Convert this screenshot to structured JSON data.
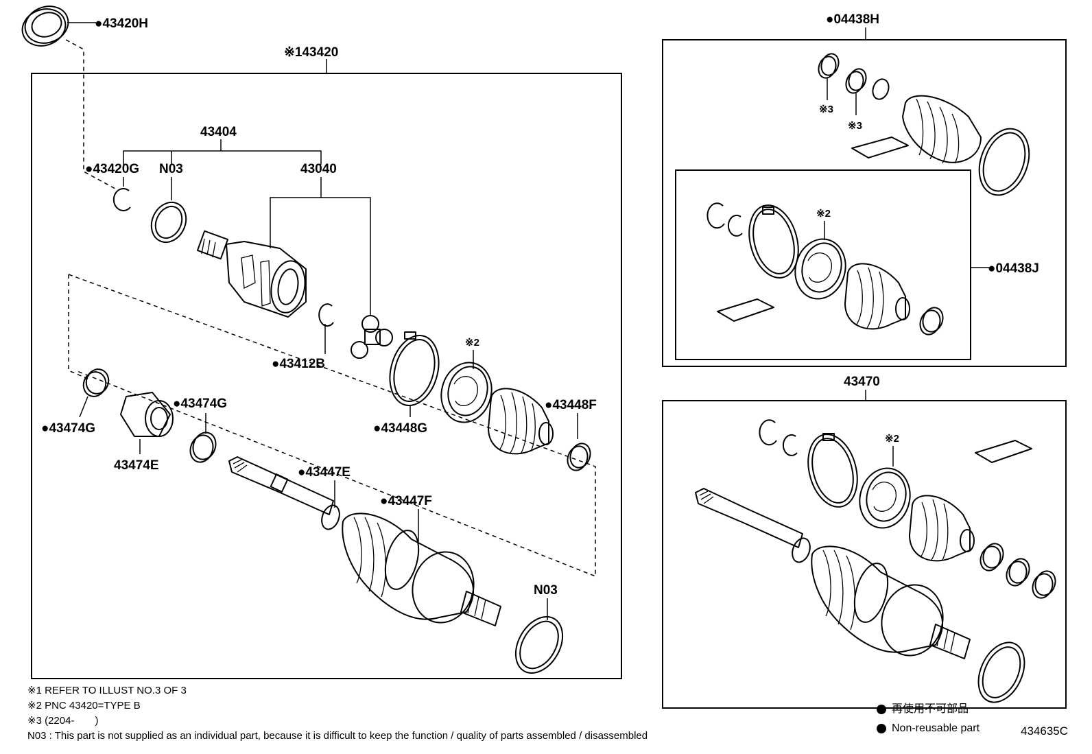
{
  "labels": {
    "p43420H": "●43420H",
    "p43420": "※143420",
    "p43404": "43404",
    "p43420G": "●43420G",
    "pN03a": "N03",
    "p43040": "43040",
    "p43412B": "●43412B",
    "p43474Ga": "●43474G",
    "p43474Gb": "●43474G",
    "p43474E": "43474E",
    "p43448G": "●43448G",
    "p43448F": "●43448F",
    "p43447E": "●43447E",
    "p43447F": "●43447F",
    "pN03b": "N03",
    "star2a": "※2",
    "p04438H": "●04438H",
    "star3a": "※3",
    "star3b": "※3",
    "star2b": "※2",
    "p04438J": "●04438J",
    "p43470": "43470",
    "star2c": "※2"
  },
  "notes": {
    "n1": "※1 REFER TO ILLUST NO.3 OF 3",
    "n2": "※2 PNC 43420=TYPE B",
    "n3": "※3 (2204-　　)",
    "n4": "N03 : This part is not supplied as an individual part, because it is difficult to keep the function / quality of parts  assembled / disassembled"
  },
  "legend": {
    "jp": "再使用不可部品",
    "en": "Non-reusable part"
  },
  "ref": "434635C"
}
